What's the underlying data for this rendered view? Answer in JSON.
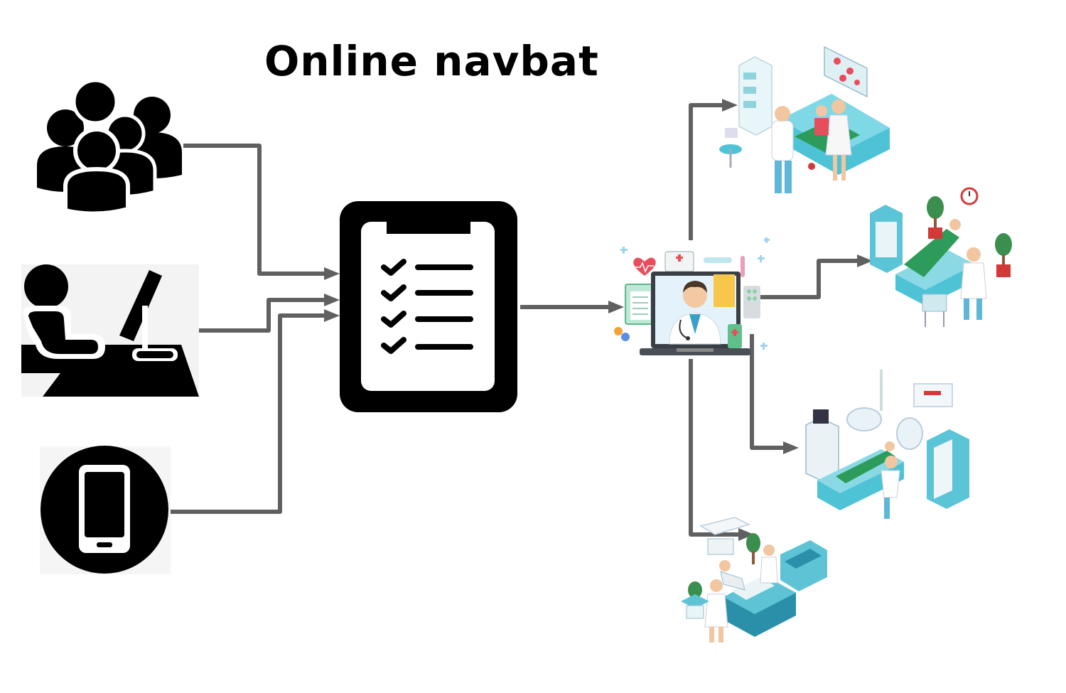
{
  "title": "Online navbat",
  "colors": {
    "arrow": "#606060",
    "icon": "#000000",
    "teal": "#3ab8cc",
    "green": "#2d9c5a",
    "red": "#d23a3a"
  },
  "diagram": {
    "sources": [
      {
        "icon": "people-group-icon"
      },
      {
        "icon": "person-at-computer-icon"
      },
      {
        "icon": "smartphone-icon"
      }
    ],
    "hub": {
      "icon": "checklist-clipboard-icon",
      "items": 4
    },
    "router": {
      "icon": "telemedicine-laptop-doctor-icon"
    },
    "destinations": [
      {
        "icon": "pediatric-ward-illustration"
      },
      {
        "icon": "dental-room-illustration"
      },
      {
        "icon": "operating-room-illustration"
      },
      {
        "icon": "hospital-ward-illustration"
      }
    ]
  }
}
